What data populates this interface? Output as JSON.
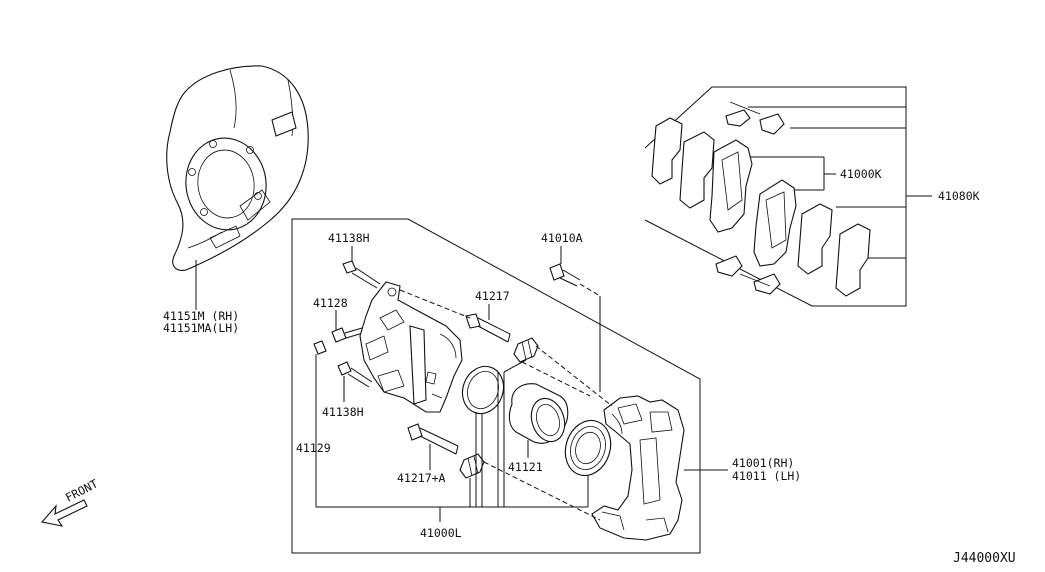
{
  "diagram": {
    "code": "J44000XU",
    "front_label": "FRONT",
    "labels": {
      "splash_guard_rh": "41151M (RH)",
      "splash_guard_lh": "41151MA(LH)",
      "bolt_upper": "41138H",
      "bolt_lower": "41138H",
      "bleeder_screw": "41128",
      "bleeder_cap": "41129",
      "pin_upper": "41217",
      "pin_lower": "41217+A",
      "seal_kit": "41000L",
      "piston": "41121",
      "torque_member_bolt": "41010A",
      "caliper_rh": "41001(RH)",
      "caliper_lh": "41011 (LH)",
      "pad_kit": "41080K",
      "pad_set": "41000K"
    }
  }
}
